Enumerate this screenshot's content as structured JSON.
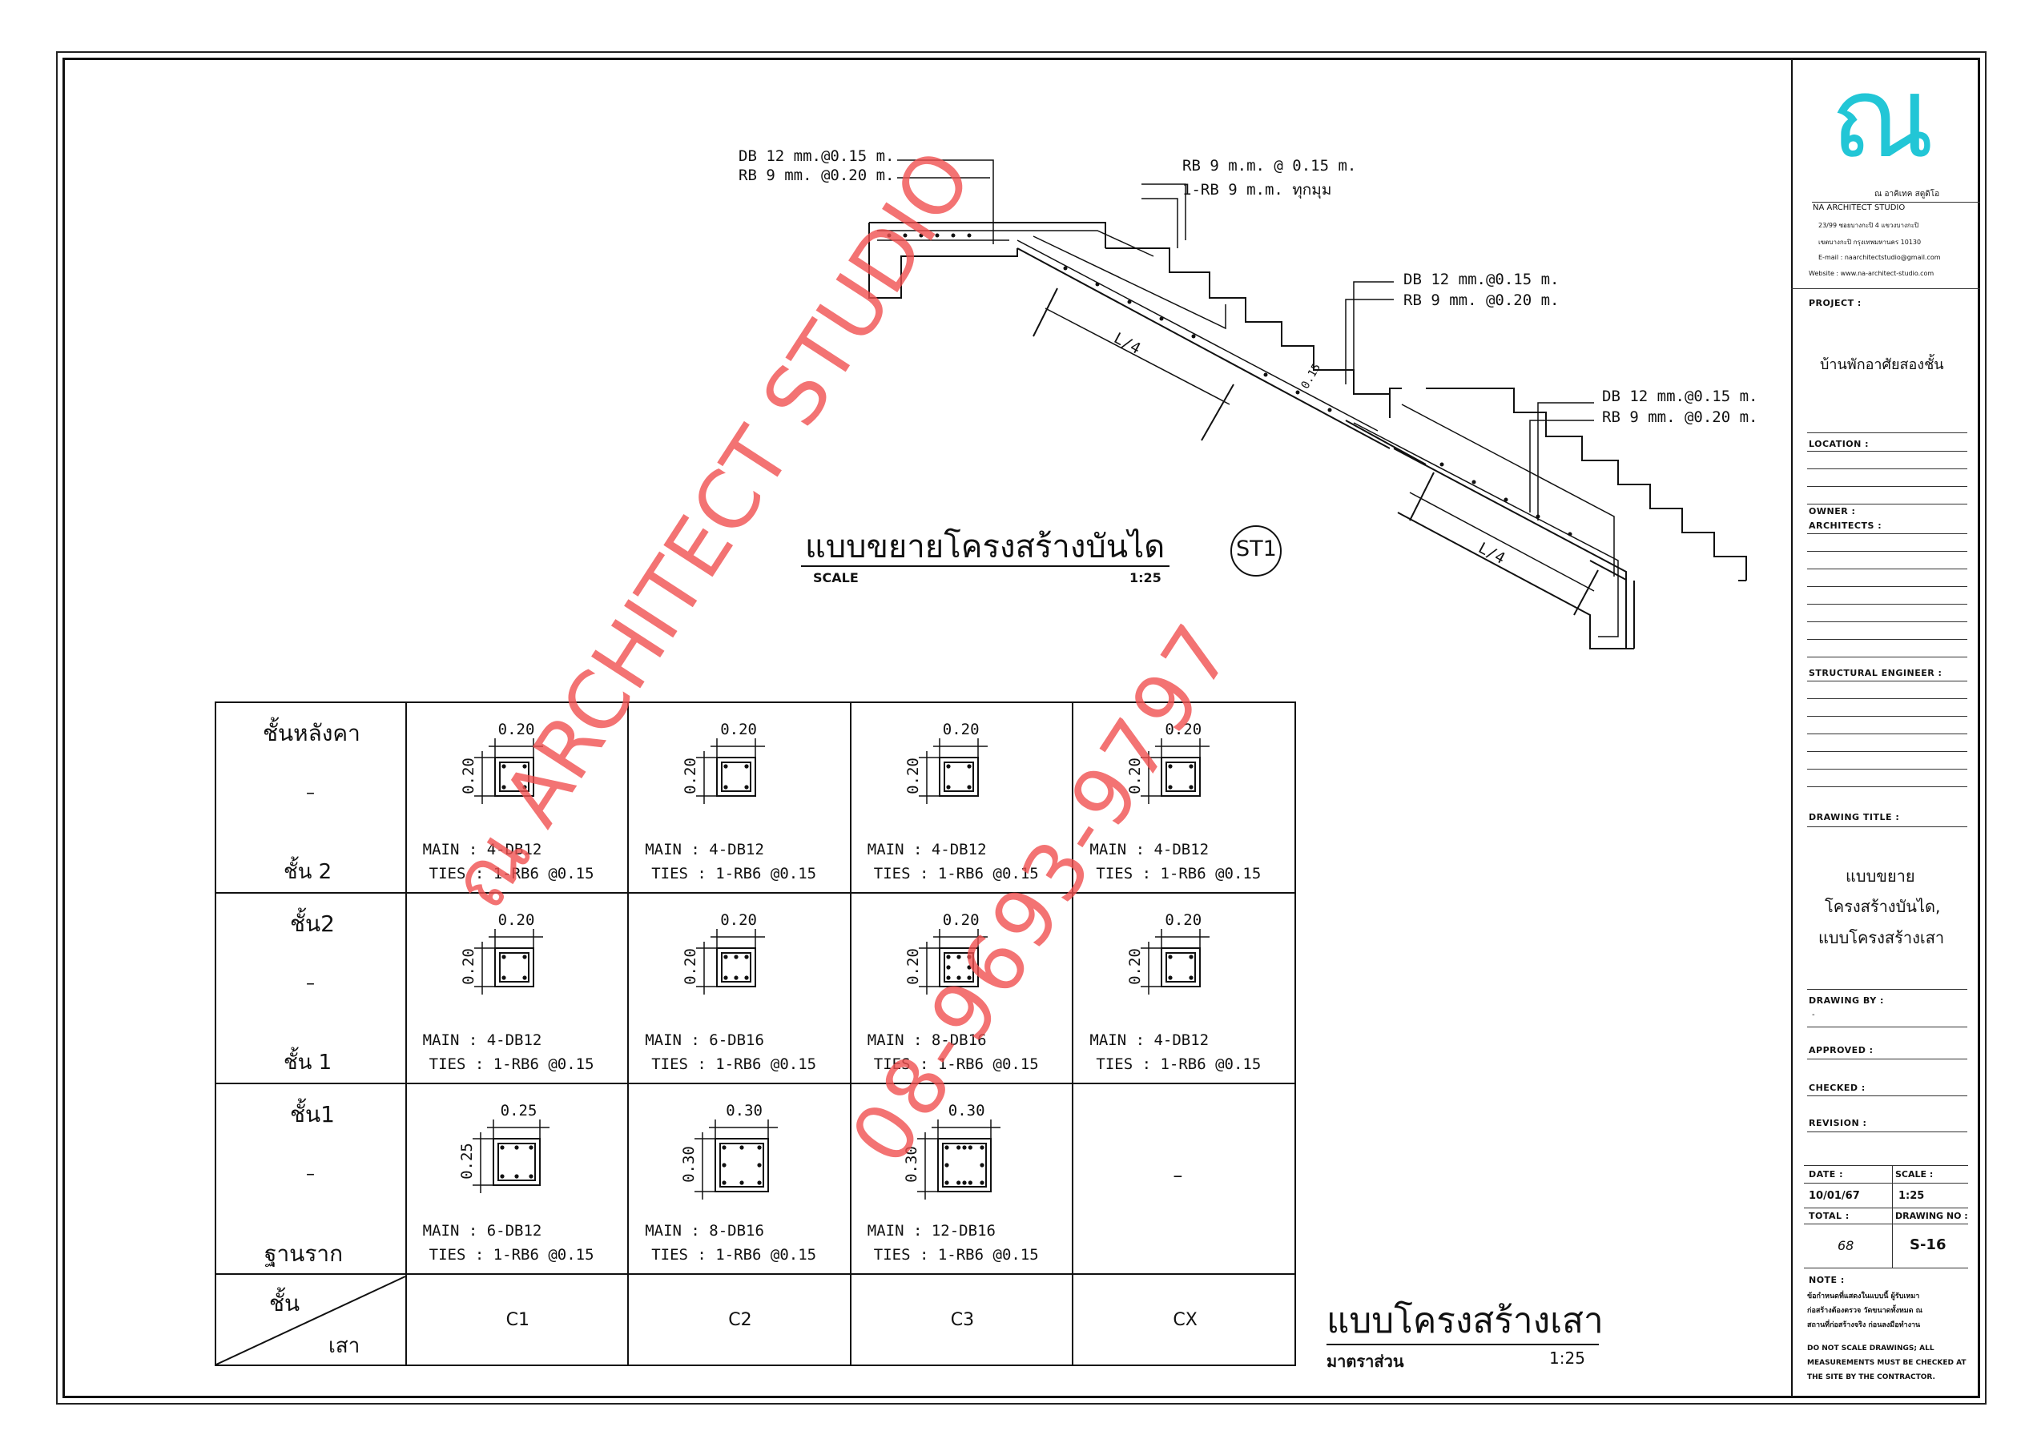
{
  "logo": {
    "mark": "ณ",
    "name_th": "ณ อาคิเทค สตูดิโอ",
    "name_en": "NA ARCHITECT STUDIO"
  },
  "office": {
    "address_1": "23/99 ซอยบางกะปิ 4 แขวงบางกะปิ",
    "address_2": "เขตบางกะปิ กรุงเทพมหานคร 10130",
    "email": "E-mail : naarchitectstudio@gmail.com",
    "website": "Website : www.na-architect-studio.com"
  },
  "title_block": {
    "project_label": "PROJECT :",
    "project_name": "บ้านพักอาศัยสองชั้น",
    "location_label": "LOCATION :",
    "owner_label": "OWNER :",
    "architects_label": "ARCHITECTS :",
    "structural_label": "STRUCTURAL ENGINEER :",
    "drawing_title_label": "DRAWING TITLE :",
    "drawing_title_1": "แบบขยาย",
    "drawing_title_2": "โครงสร้างบันได,",
    "drawing_title_3": "แบบโครงสร้างเสา",
    "drawing_by_label": "DRAWING BY :",
    "drawing_by_value": "-",
    "approved_label": "APPROVED :",
    "checked_label": "CHECKED :",
    "revision_label": "REVISION :",
    "date_label": "DATE :",
    "date_value": "10/01/67",
    "scale_label": "SCALE :",
    "scale_value": "1:25",
    "total_label": "TOTAL :",
    "total_value": "68",
    "drawing_no_label": "DRAWING NO :",
    "drawing_no_value": "S-16",
    "note_label": "NOTE :",
    "note_th_1": "ข้อกำหนดที่แสดงในแบบนี้ ผู้รับเหมา",
    "note_th_2": "ก่อสร้างต้องตรวจ วัดขนาดทั้งหมด ณ",
    "note_th_3": "สถานที่ก่อสร้างจริง ก่อนลงมือทำงาน",
    "note_en_1": "DO NOT SCALE DRAWINGS; ALL",
    "note_en_2": "MEASUREMENTS MUST BE CHECKED AT",
    "note_en_3": "THE SITE BY THE CONTRACTOR."
  },
  "stair": {
    "callout_1a": "DB 12 mm.@0.15 m.",
    "callout_1b": "RB 9 mm. @0.20 m.",
    "callout_2a": "RB 9 m.m. @ 0.15 m.",
    "callout_2b": "1-RB 9 m.m. ทุกมุม",
    "callout_3a": "DB 12 mm.@0.15 m.",
    "callout_3b": "RB 9 mm. @0.20 m.",
    "callout_4a": "DB 12 mm.@0.15 m.",
    "callout_4b": "RB 9 mm. @0.20 m.",
    "l4_a": "L/4",
    "l4_b": "L/4",
    "thickness": "0.15",
    "title": "แบบขยายโครงสร้างบันได",
    "scale_label": "SCALE",
    "scale_value": "1:25",
    "tag": "ST1"
  },
  "columns": {
    "row_labels": [
      {
        "top": "ชั้นหลังคา",
        "mid": "–",
        "bot": "ชั้น 2"
      },
      {
        "top": "ชั้น2",
        "mid": "–",
        "bot": "ชั้น 1"
      },
      {
        "top": "ชั้น1",
        "mid": "–",
        "bot": "ฐานราก"
      }
    ],
    "header_floor": "ชั้น",
    "header_column": "เสา",
    "col_names": [
      "C1",
      "C2",
      "C3",
      "CX"
    ],
    "cells": [
      [
        {
          "dim": "0.20",
          "main": "MAIN : 4-DB12",
          "ties": "TIES : 1-RB6 @0.15"
        },
        {
          "dim": "0.20",
          "main": "MAIN : 4-DB12",
          "ties": "TIES : 1-RB6 @0.15"
        },
        {
          "dim": "0.20",
          "main": "MAIN : 4-DB12",
          "ties": "TIES : 1-RB6 @0.15"
        },
        {
          "dim": "0.20",
          "main": "MAIN : 4-DB12",
          "ties": "TIES : 1-RB6 @0.15"
        }
      ],
      [
        {
          "dim": "0.20",
          "main": "MAIN : 4-DB12",
          "ties": "TIES : 1-RB6 @0.15"
        },
        {
          "dim": "0.20",
          "main": "MAIN : 6-DB16",
          "ties": "TIES : 1-RB6 @0.15"
        },
        {
          "dim": "0.20",
          "main": "MAIN : 8-DB16",
          "ties": "TIES : 1-RB6 @0.15"
        },
        {
          "dim": "0.20",
          "main": "MAIN : 4-DB12",
          "ties": "TIES : 1-RB6 @0.15"
        }
      ],
      [
        {
          "dim": "0.25",
          "main": "MAIN : 6-DB12",
          "ties": "TIES : 1-RB6 @0.15"
        },
        {
          "dim": "0.30",
          "main": "MAIN : 8-DB16",
          "ties": "TIES : 1-RB6 @0.15"
        },
        {
          "dim": "0.30",
          "main": "MAIN : 12-DB16",
          "ties": "TIES : 1-RB6 @0.15"
        },
        {
          "empty": "–"
        }
      ]
    ],
    "title": "แบบโครงสร้างเสา",
    "scale_label": "มาตราส่วน",
    "scale_value": "1:25"
  },
  "watermark": {
    "line1": "ณ ARCHITECT STUDIO",
    "line2": "08-9693-9797"
  },
  "colors": {
    "logo": "#22c6d6",
    "watermark": "#f05050",
    "ink": "#111111"
  }
}
